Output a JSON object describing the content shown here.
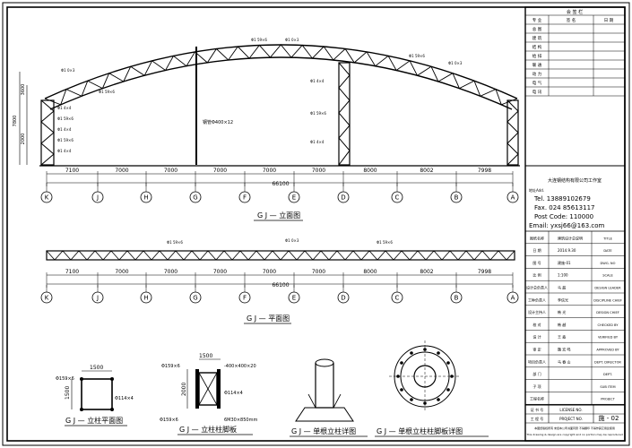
{
  "elevation": {
    "title": "G J — 立面图",
    "axes": [
      "K",
      "J",
      "H",
      "G",
      "F",
      "E",
      "D",
      "C",
      "B",
      "A"
    ],
    "spans": [
      "7100",
      "7000",
      "7000",
      "7000",
      "7000",
      "7000",
      "8000",
      "8002",
      "7998"
    ],
    "total": "66100",
    "left_dims": [
      "7800",
      "3600",
      "2000"
    ],
    "center_note": "钢管Φ400×12",
    "member_notes": [
      "Φ1 4×4",
      "Φ1 59×6",
      "Φ1 0×3"
    ]
  },
  "plan": {
    "title": "G J — 平面图",
    "spans": [
      "7100",
      "7000",
      "7000",
      "7000",
      "7000",
      "7000",
      "8000",
      "8002",
      "7998"
    ],
    "total": "66100",
    "axes": [
      "K",
      "J",
      "H",
      "G",
      "F",
      "E",
      "D",
      "C",
      "B",
      "A"
    ]
  },
  "details": {
    "column_plan": {
      "title": "G J — 立柱平面图",
      "dim1": "1500",
      "dim2": "1500",
      "label1": "Φ159×6",
      "label2": "Φ114×4"
    },
    "column_base": {
      "title": "G J — 立柱柱脚板",
      "dim1": "1500",
      "dim2": "2000",
      "label1": "Φ159×6",
      "label2": "-400×400×20",
      "label3": "Φ114×4",
      "label4": "Φ159×6",
      "label5": "6M30×850mm"
    },
    "single_column": {
      "title": "G J — 单根立柱详图"
    },
    "base_plate": {
      "title": "G J — 单根立柱柱脚板详图"
    }
  },
  "title_block": {
    "header": "会 签 栏",
    "rows": [
      {
        "label": "专 业",
        "value": "签 名",
        "extra": "日 期"
      },
      {
        "label": "总 图",
        "value": "",
        "extra": ""
      },
      {
        "label": "建 筑",
        "value": "",
        "extra": ""
      },
      {
        "label": "结 构",
        "value": "",
        "extra": ""
      },
      {
        "label": "给 排",
        "value": "",
        "extra": ""
      },
      {
        "label": "暖 通",
        "value": "",
        "extra": ""
      },
      {
        "label": "动 力",
        "value": "",
        "extra": ""
      },
      {
        "label": "电 气",
        "value": "",
        "extra": ""
      },
      {
        "label": "电 讯",
        "value": "",
        "extra": ""
      }
    ],
    "company": "大连钢结构有限公司工作室",
    "address": "地址Add.",
    "tel": "Tel. 13889102679",
    "fax": "Fax. 024 85613117",
    "post": "Post Code: 110000",
    "email": "Email: yxsj66@163.com",
    "info_rows": [
      {
        "label": "图纸名称",
        "value": "建筑设计总说明",
        "en": "TITLE"
      },
      {
        "label": "日 期",
        "value": "2014.9.30",
        "en": "DATE"
      },
      {
        "label": "图 号",
        "value": "建施-01",
        "en": "DWG. NO"
      },
      {
        "label": "比 例",
        "value": "1:100",
        "en": "SCALE"
      },
      {
        "label": "设计总负责人",
        "value": "马 超",
        "en": "DESIGN LEADER"
      },
      {
        "label": "工种负责人",
        "value": "李信光",
        "en": "DISCIPLINE CHIEF"
      },
      {
        "label": "设计主持人",
        "value": "韩 光",
        "en": "DESIGN CHIEF"
      },
      {
        "label": "校 对",
        "value": "韩 越",
        "en": "CHECKED BY"
      },
      {
        "label": "设 计",
        "value": "王 淼",
        "en": "VERIFIED BY"
      },
      {
        "label": "审 定",
        "value": "魏 宏 鸣",
        "en": "APPROVED BY"
      },
      {
        "label": "项目负责人",
        "value": "马 春 山",
        "en": "DEPT. DIRECTOR"
      },
      {
        "label": "部 门",
        "value": "",
        "en": "DEPT."
      },
      {
        "label": "子 项",
        "value": "",
        "en": "SUB ITEM"
      },
      {
        "label": "工程名称",
        "value": "",
        "en": "PROJECT"
      }
    ],
    "license_label": "证 书 号",
    "license_en": "LICENSE NO.",
    "project_no_label": "工 程 号",
    "project_no_en": "PROJECT NO.",
    "sheet_no": "施 - 02",
    "footnote1": "本图纸版权所有 未经本公司书面同意 不得翻印 不得作其它用途使用",
    "footnote2": "This drawing & design are copyright and no portion may be reproduced"
  }
}
